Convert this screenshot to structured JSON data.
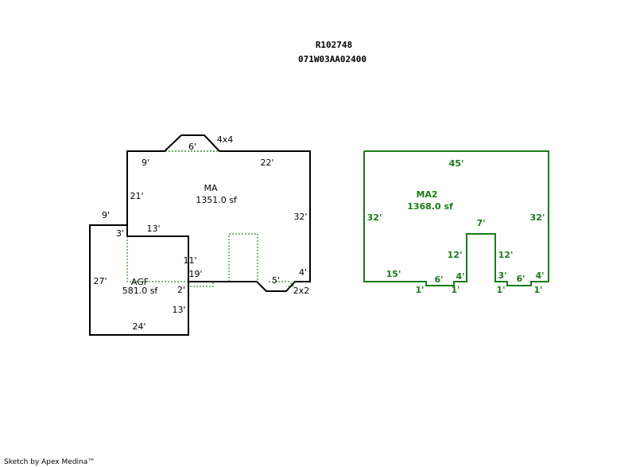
{
  "header": {
    "parcel_id": "R102748",
    "map_number": "071W03AA02400"
  },
  "sketch_left": {
    "areas": [
      {
        "code": "MA",
        "area": "1351.0 sf"
      },
      {
        "code": "AGF",
        "area": "581.0 sf"
      }
    ],
    "dimensions": [
      "4x4",
      "6'",
      "9'",
      "22'",
      "21'",
      "32'",
      "9'",
      "3'",
      "13'",
      "11'",
      "19'",
      "27'",
      "2'",
      "5'",
      "4'",
      "2x2",
      "13'",
      "24'"
    ]
  },
  "sketch_right": {
    "area": {
      "code": "MA2",
      "area": "1368.0 sf"
    },
    "dimensions": [
      "45'",
      "32'",
      "32'",
      "7'",
      "12'",
      "12'",
      "15'",
      "6'",
      "4'",
      "3'",
      "6'",
      "4'",
      "1'",
      "1'",
      "1'",
      "1'"
    ]
  },
  "footer": {
    "credit": "Sketch by Apex Medina™"
  }
}
